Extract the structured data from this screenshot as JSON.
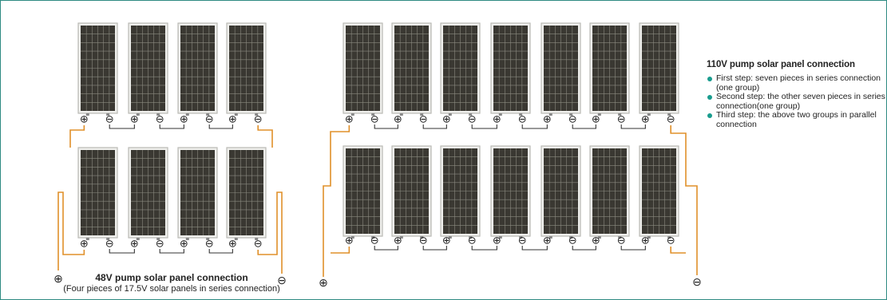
{
  "colors": {
    "frame_border": "#2e8b82",
    "wire_orange": "#e0902a",
    "wire_series": "#333333",
    "cell": "#3a3832",
    "cell_line": "#8a8a80",
    "panel_frame": "#b9b9b4",
    "bullet": "#199c8e"
  },
  "symbols": {
    "plus": "⊕",
    "minus": "⊖"
  },
  "diagram_48v": {
    "title": "48V pump solar panel connection",
    "subtitle": "(Four pieces of 17.5V solar panels in series connection)",
    "rows": 2,
    "panels_per_row": 4
  },
  "diagram_110v": {
    "rows": 2,
    "panels_per_row": 7
  },
  "legend_110v": {
    "title": "110V pump solar panel connection",
    "steps": [
      "First step: seven pieces in series connection (one group)",
      "Second step: the other seven pieces in series connection(one group)",
      "Third step: the above two groups in parallel connection"
    ]
  }
}
